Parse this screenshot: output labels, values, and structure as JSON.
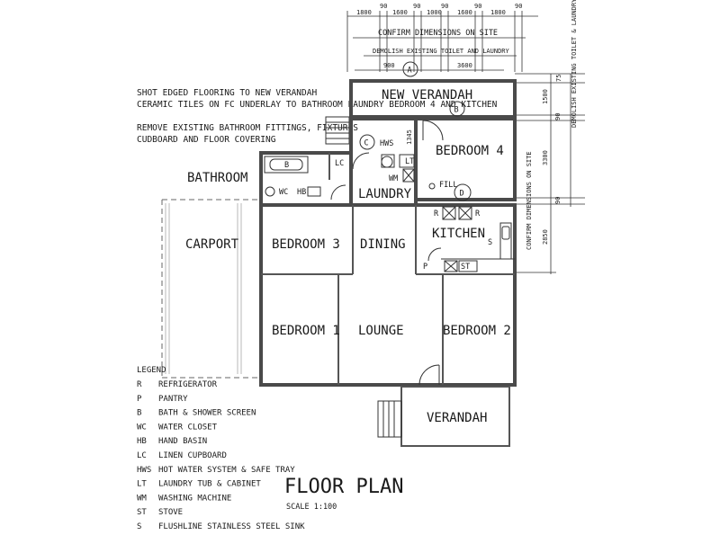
{
  "top_dims": [
    "1800",
    "90",
    "1600",
    "90",
    "1000",
    "90",
    "1600",
    "90",
    "1800",
    "90"
  ],
  "top_confirm": "CONFIRM DIMENSIONS ON SITE",
  "demolish_top": "DEMOLISH EXISTING TOILET AND LAUNDRY",
  "dim_900": "900",
  "dim_3600": "3600",
  "right_vertical_note": "DEMOLISH EXISTING TOILET & LAUNDRY",
  "right_confirm": "CONFIRM DIMENSIONS ON SITE",
  "right_dims": [
    "75",
    "1500",
    "90",
    "3300",
    "90",
    "2850"
  ],
  "dim_1345": "1345",
  "notes": [
    "SHOT EDGED FLOORING TO NEW VERANDAH",
    "CERAMIC TILES ON FC UNDERLAY TO BATHROOM LAUNDRY BEDROOM 4 AND KITCHEN",
    "REMOVE EXISTING BATHROOM FITTINGS, FIXTURES",
    "CUDBOARD AND FLOOR COVERING"
  ],
  "markers": {
    "A": "A",
    "B": "B",
    "C": "C",
    "D": "D"
  },
  "rooms": {
    "new_verandah": "NEW VERANDAH",
    "bedroom4": "BEDROOM 4",
    "bathroom": "BATHROOM",
    "laundry": "LAUNDRY",
    "carport": "CARPORT",
    "bedroom3": "BEDROOM 3",
    "dining": "DINING",
    "kitchen": "KITCHEN",
    "bedroom1": "BEDROOM 1",
    "lounge": "LOUNGE",
    "bedroom2": "BEDROOM 2",
    "verandah": "VERANDAH"
  },
  "fixtures": {
    "hws": "HWS",
    "lc": "LC",
    "lt": "LT",
    "wm": "WM",
    "b": "B",
    "wc": "WC",
    "hb": "HB",
    "r1": "R",
    "r2": "R",
    "s": "S",
    "p": "P",
    "st": "ST",
    "fill": "FILL"
  },
  "legend": {
    "title": "LEGEND",
    "items": [
      {
        "code": "R",
        "text": "REFRIGERATOR"
      },
      {
        "code": "P",
        "text": "PANTRY"
      },
      {
        "code": "B",
        "text": "BATH & SHOWER SCREEN"
      },
      {
        "code": "WC",
        "text": "WATER CLOSET"
      },
      {
        "code": "HB",
        "text": "HAND BASIN"
      },
      {
        "code": "LC",
        "text": "LINEN CUPBOARD"
      },
      {
        "code": "HWS",
        "text": "HOT WATER SYSTEM & SAFE TRAY"
      },
      {
        "code": "LT",
        "text": "LAUNDRY TUB & CABINET"
      },
      {
        "code": "WM",
        "text": "WASHING MACHINE"
      },
      {
        "code": "ST",
        "text": "STOVE"
      },
      {
        "code": "S",
        "text": "FLUSHLINE STAINLESS STEEL SINK"
      }
    ]
  },
  "plan_title": "FLOOR PLAN",
  "scale": "SCALE   1:100"
}
